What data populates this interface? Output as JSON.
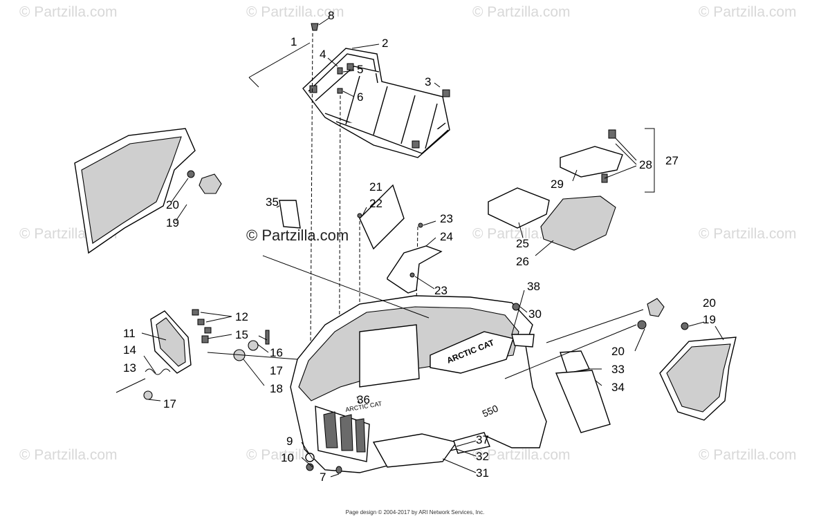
{
  "watermark": "© Partzilla.com",
  "watermark_center": "© Partzilla.com",
  "footer": "Page design © 2004-2017 by ARI Network Services, Inc.",
  "decal_texts": {
    "brand": "ARCTIC CAT",
    "model": "550"
  },
  "callouts": {
    "c1": "1",
    "c2": "2",
    "c3": "3",
    "c4": "4",
    "c5": "5",
    "c6": "6",
    "c7": "7",
    "c8": "8",
    "c9": "9",
    "c10": "10",
    "c11": "11",
    "c12": "12",
    "c13": "13",
    "c14": "14",
    "c15": "15",
    "c16": "16",
    "c17a": "17",
    "c17b": "17",
    "c18": "18",
    "c19a": "19",
    "c19b": "19",
    "c20a": "20",
    "c20b": "20",
    "c20c": "20",
    "c21": "21",
    "c22": "22",
    "c23a": "23",
    "c23b": "23",
    "c24": "24",
    "c25": "25",
    "c26": "26",
    "c27": "27",
    "c28": "28",
    "c29": "29",
    "c30": "30",
    "c31": "31",
    "c32": "32",
    "c33": "33",
    "c34": "34",
    "c35": "35",
    "c36": "36",
    "c37": "37",
    "c38": "38"
  }
}
